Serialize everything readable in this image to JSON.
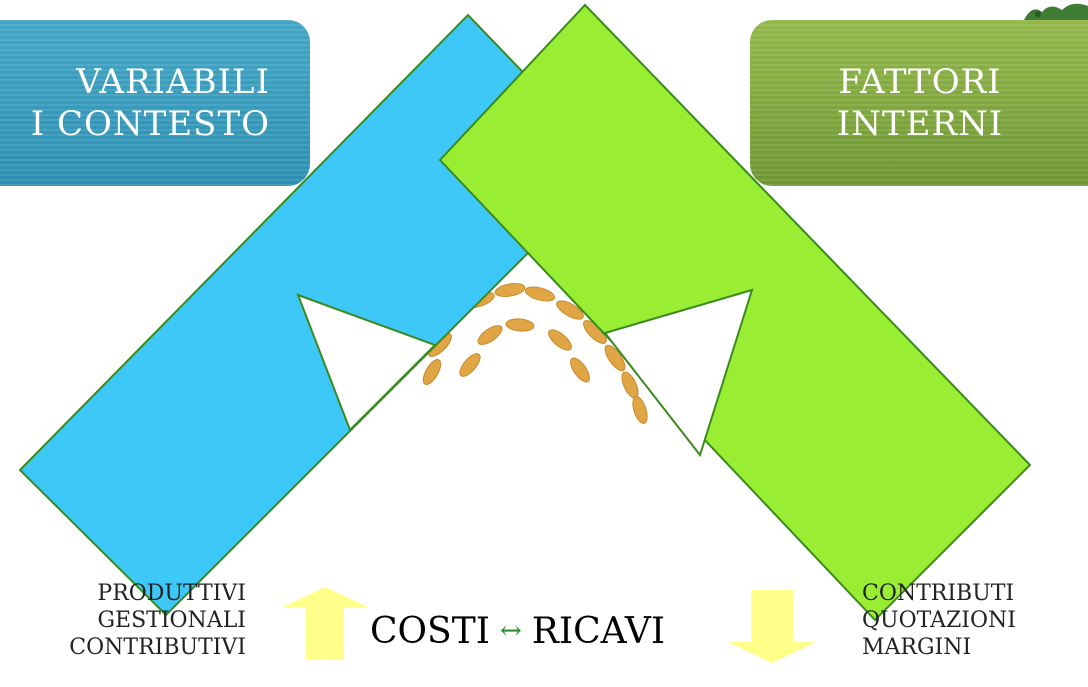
{
  "boxes": {
    "left": {
      "lines": [
        "VARIABILI",
        "I CONTESTO"
      ]
    },
    "right": {
      "lines": [
        "FATTORI",
        "INTERNI"
      ]
    }
  },
  "center": {
    "left_word": "COSTI",
    "swap_symbol": "↔",
    "right_word": "RICAVI"
  },
  "left_list": [
    "PRODUTTIVI",
    "GESTIONALI",
    "CONTRIBUTIVI"
  ],
  "right_list": [
    "CONTRIBUTI",
    "QUOTAZIONI",
    "MARGINI"
  ],
  "overlay_text": "",
  "colors": {
    "blue_band": "#3ec8f8",
    "green_band": "#99ee33",
    "band_outline": "#3a8a1e",
    "arrow_fill": "#ffff8a",
    "left_box": "#2c8fb2",
    "right_box": "#6d9633",
    "swap_arrow": "#2e8b2e"
  },
  "icons": {
    "arrow_up": "arrow-up-icon",
    "arrow_down": "arrow-down-icon",
    "wheat": "wheat-image"
  }
}
